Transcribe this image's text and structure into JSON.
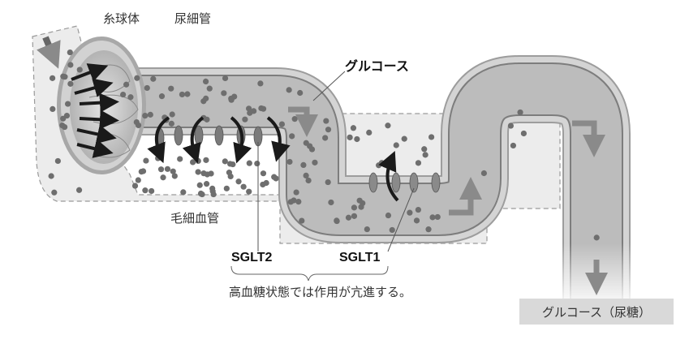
{
  "labels": {
    "glomerulus": "糸球体",
    "tubule": "尿細管",
    "glucose": "グルコース",
    "capillary": "毛細血管",
    "sglt2": "SGLT2",
    "sglt1": "SGLT1",
    "note": "高血糖状態では作用が亢進する。",
    "urine_glucose": "グルコース（尿糖）"
  },
  "colors": {
    "tube_wall": "#c8c8c8",
    "tube_lumen": "#bdbdbd",
    "capillary_fill": "#ececec",
    "glucose_dot": "#6e6e6e",
    "arrow": "#1a1a1a",
    "flow_arrow": "#8a8a8a"
  }
}
